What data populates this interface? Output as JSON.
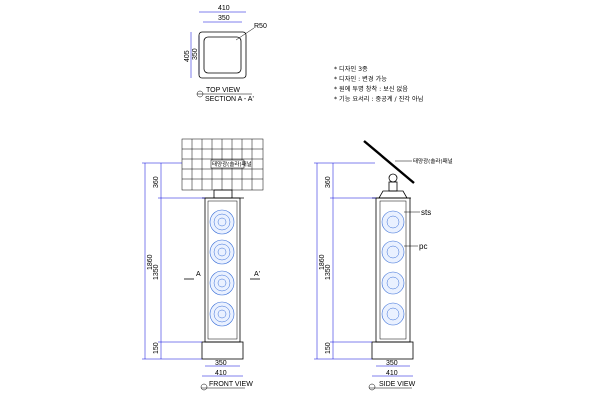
{
  "top_view": {
    "dim_outer": "410",
    "dim_inner": "350",
    "dim_side_outer": "405",
    "dim_side_inner": "350",
    "radius": "R50",
    "title": "TOP VIEW",
    "subtitle": "SECTION A - A'"
  },
  "notes": [
    "* 디자인 3종",
    "* 디자인 : 변경 가능",
    "* 원에 투명 창착 : 보신 없음",
    "* 기능 요서리 : 중공계 / 진각 아님"
  ],
  "front_view": {
    "title": "FRONT VIEW",
    "panel_label": "태양광(솔라)패널",
    "dim_total": "1860",
    "dim_top": "360",
    "dim_mid": "1350",
    "dim_bottom": "150",
    "dim_width_inner": "350",
    "dim_width_outer": "410",
    "section_mark_left": "A",
    "section_mark_right": "A'"
  },
  "side_view": {
    "title": "SIDE VIEW",
    "panel_label": "태양광(솔라)패널",
    "label_sts": "sts",
    "label_pc": "pc",
    "dim_total": "1860",
    "dim_top": "360",
    "dim_mid": "1350",
    "dim_bottom": "150",
    "dim_width_inner": "350",
    "dim_width_outer": "410"
  }
}
